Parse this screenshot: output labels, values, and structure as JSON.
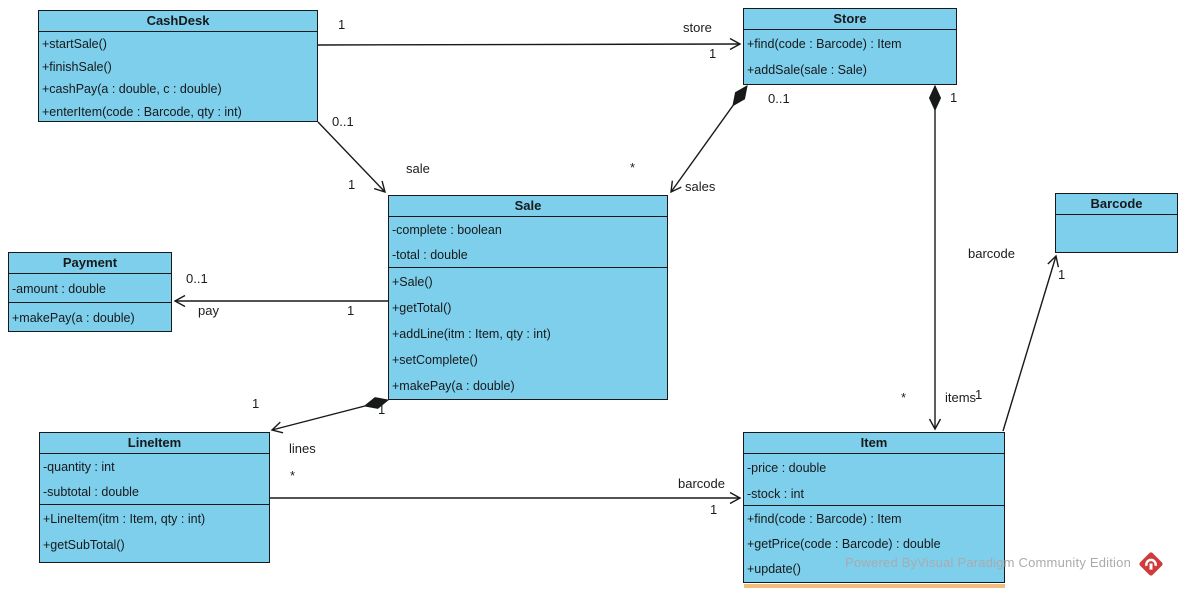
{
  "diagram": {
    "type": "uml-class-diagram",
    "watermark_text": "Powered ByVisual Paradigm Community Edition",
    "colors": {
      "class_fill": "#7dcfec",
      "class_border": "#17191b",
      "edge_line": "#17191b",
      "watermark_gray": "#a9abae",
      "watermark_logo_red": "#cf3a3a",
      "item_shadow_orange": "#f2bc7c"
    }
  },
  "classes": [
    {
      "name": "CashDesk",
      "attributes": [],
      "operations": [
        "+startSale()",
        "+finishSale()",
        "+cashPay(a : double, c : double)",
        "+enterItem(code : Barcode, qty : int)"
      ]
    },
    {
      "name": "Store",
      "attributes": [],
      "operations": [
        "+find(code : Barcode) : Item",
        "+addSale(sale : Sale)"
      ]
    },
    {
      "name": "Sale",
      "attributes": [
        "-complete : boolean",
        "-total : double"
      ],
      "operations": [
        "+Sale()",
        "+getTotal()",
        "+addLine(itm : Item, qty : int)",
        "+setComplete()",
        "+makePay(a : double)"
      ]
    },
    {
      "name": "Payment",
      "attributes": [
        "-amount : double"
      ],
      "operations": [
        "+makePay(a : double)"
      ]
    },
    {
      "name": "LineItem",
      "attributes": [
        "-quantity : int",
        "-subtotal : double"
      ],
      "operations": [
        "+LineItem(itm : Item, qty : int)",
        "+getSubTotal()"
      ]
    },
    {
      "name": "Item",
      "attributes": [
        "-price : double",
        "-stock : int"
      ],
      "operations": [
        "+find(code : Barcode) : Item",
        "+getPrice(code : Barcode) : double",
        "+update()"
      ]
    },
    {
      "name": "Barcode",
      "attributes": [],
      "operations": []
    }
  ],
  "associations": {
    "cashdesk_store": {
      "type": "association",
      "from": "CashDesk",
      "to": "Store",
      "source_mult": "1",
      "target_role": "store",
      "target_mult": "1"
    },
    "cashdesk_sale": {
      "type": "association",
      "from": "CashDesk",
      "to": "Sale",
      "source_mult": "0..1",
      "target_role": "sale",
      "target_mult": "1"
    },
    "store_sale": {
      "type": "composition",
      "from": "Store",
      "to": "Sale",
      "source_mult": "0..1",
      "target_role": "sales",
      "target_mult": "*"
    },
    "store_item": {
      "type": "composition",
      "from": "Store",
      "to": "Item",
      "source_mult": "1",
      "target_role": "items",
      "target_mult": "*"
    },
    "sale_payment": {
      "type": "association",
      "from": "Sale",
      "to": "Payment",
      "source_mult": "1",
      "target_role": "pay",
      "target_mult": "0..1"
    },
    "sale_lineitem": {
      "type": "composition",
      "from": "Sale",
      "to": "LineItem",
      "source_mult": "1",
      "near_target_mult": "1",
      "target_role": "lines",
      "target_mult": "*"
    },
    "lineitem_item": {
      "type": "association",
      "from": "LineItem",
      "to": "Item",
      "target_role": "barcode",
      "target_mult": "1"
    },
    "item_barcode": {
      "type": "association",
      "from": "Item",
      "to": "Barcode",
      "source_mult": "1",
      "target_role": "barcode",
      "target_mult": "1"
    }
  }
}
